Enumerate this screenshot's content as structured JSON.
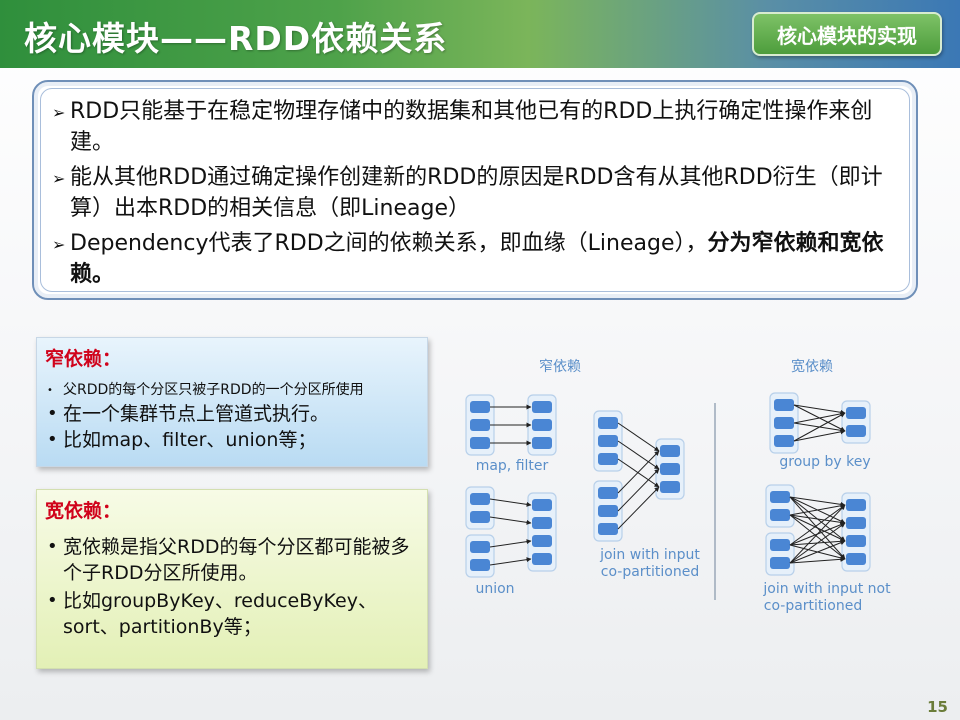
{
  "header": {
    "title": "核心模块——RDD依赖关系",
    "badge": "核心模块的实现"
  },
  "points": [
    {
      "text": "RDD只能基于在稳定物理存储中的数据集和其他已有的RDD上执行确定性操作来创建。",
      "strong": ""
    },
    {
      "text": "能从其他RDD通过确定操作创建新的RDD的原因是RDD含有从其他RDD衍生（即计算）出本RDD的相关信息（即Lineage）",
      "strong": ""
    },
    {
      "text": "Dependency代表了RDD之间的依赖关系，即血缘（Lineage），",
      "strong": "分为窄依赖和宽依赖。"
    }
  ],
  "narrow": {
    "heading": "窄依赖：",
    "items": [
      "父RDD的每个分区只被子RDD的一个分区所使用",
      "在一个集群节点上管道式执行。",
      "比如map、filter、union等；"
    ]
  },
  "wide": {
    "heading": "宽依赖：",
    "items": [
      "宽依赖是指父RDD的每个分区都可能被多个子RDD分区所使用。",
      "比如groupByKey、reduceByKey、 sort、partitionBy等；"
    ]
  },
  "diagram": {
    "narrow_title": "窄依赖",
    "wide_title": "宽依赖",
    "labels": {
      "map_filter": "map, filter",
      "union": "union",
      "join_co_line1": "join with input",
      "join_co_line2": "co-partitioned",
      "group_by_key": "group by key",
      "join_not_line1": "join with input not",
      "join_not_line2": "co-partitioned"
    },
    "colors": {
      "partition": "#4a86d4",
      "container": "#e6f0fa",
      "container_border": "#b8d0ea",
      "label": "#5b8fc9"
    }
  },
  "page_number": "15"
}
